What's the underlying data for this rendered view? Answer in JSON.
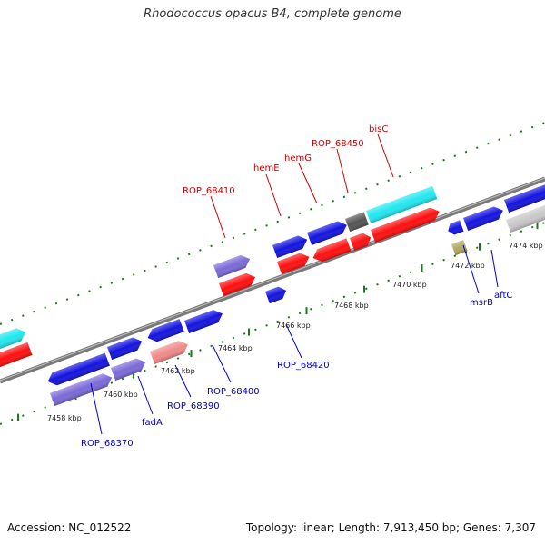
{
  "title": "Rhodococcus opacus B4, complete genome",
  "footer": {
    "accession": "Accession: NC_012522",
    "summary": "Topology: linear; Length: 7,913,450 bp; Genes: 7,307"
  },
  "colors": {
    "backbone": "#7a7a7a",
    "tick": "#1a7a1a",
    "forward_gene": "#1414e0",
    "reverse_gene": "#ff1010",
    "rrna": "#22e8f0",
    "pseudo_forward": "#7b6ad8",
    "pseudo_reverse": "#f08a8a",
    "misc_dark": "#555555",
    "misc_light": "#c8c8c8",
    "misc_olive": "#b0a860",
    "label_forward": "#0000cc",
    "label_reverse": "#cc0000"
  },
  "scale": {
    "unit": "kbp",
    "ticks": [
      {
        "label": "7458 kbp",
        "kbp": 7458
      },
      {
        "label": "7460 kbp",
        "kbp": 7460
      },
      {
        "label": "7462 kbp",
        "kbp": 7462
      },
      {
        "label": "7464 kbp",
        "kbp": 7464
      },
      {
        "label": "7466 kbp",
        "kbp": 7466
      },
      {
        "label": "7468 kbp",
        "kbp": 7468
      },
      {
        "label": "7470 kbp",
        "kbp": 7470
      },
      {
        "label": "7472 kbp",
        "kbp": 7472
      },
      {
        "label": "7474 kbp",
        "kbp": 7474
      }
    ]
  },
  "gene_labels": {
    "reverse": [
      "ROP_68410",
      "hemE",
      "hemG",
      "ROP_68450",
      "bisC"
    ],
    "forward": [
      "ROP_68370",
      "fadA",
      "ROP_68390",
      "ROP_68400",
      "ROP_68420",
      "msrB",
      "aftC"
    ]
  }
}
